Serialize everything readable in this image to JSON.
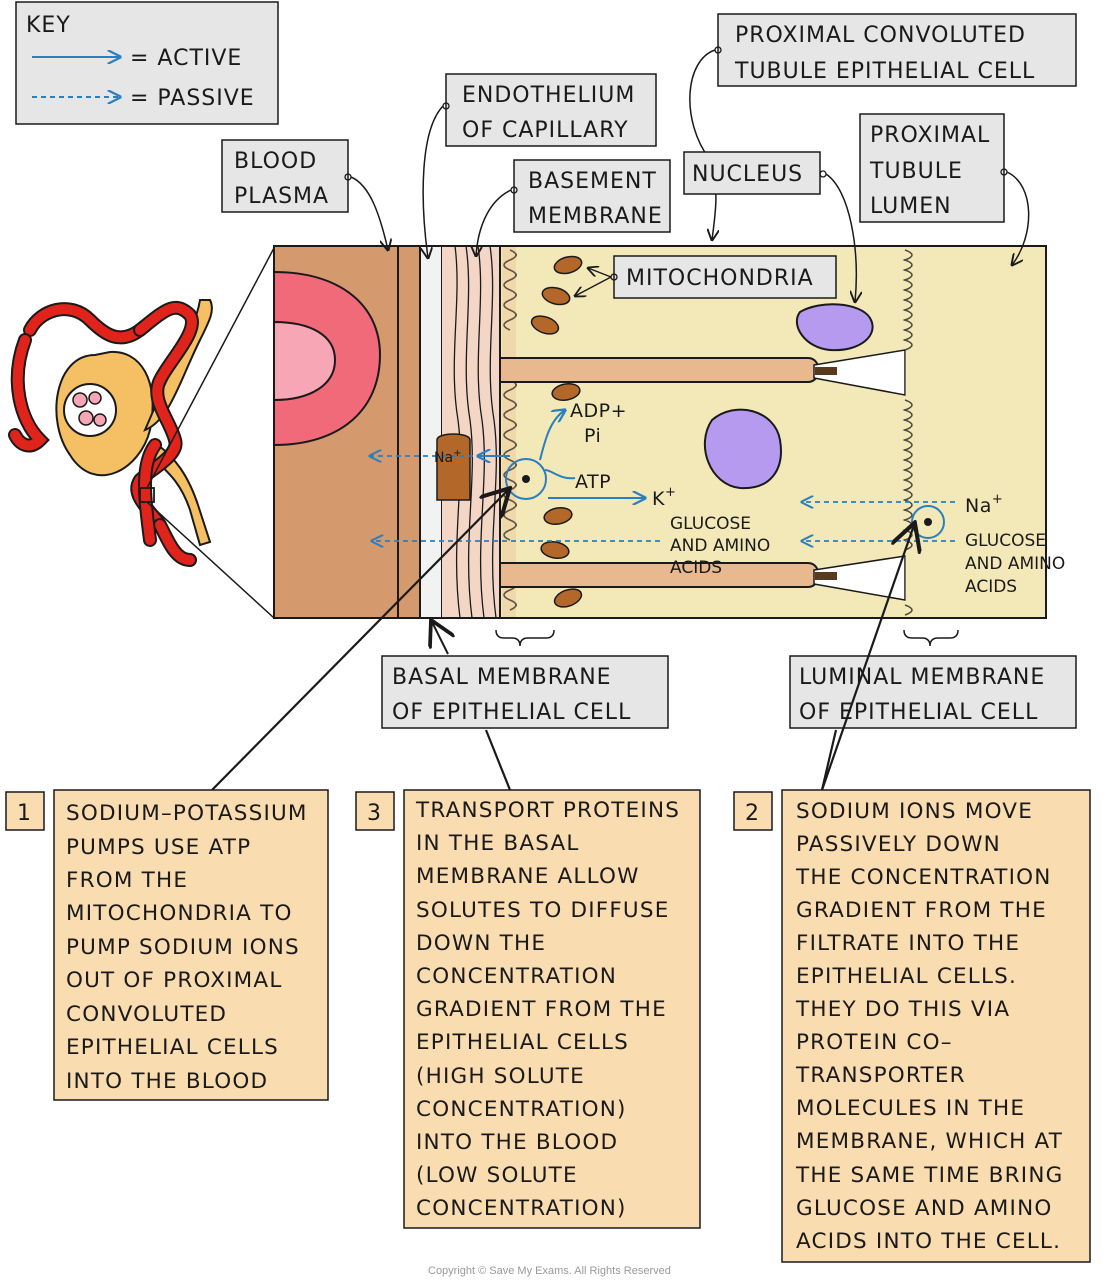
{
  "key": {
    "title": "KEY",
    "active_label": "= ACTIVE",
    "passive_label": "= PASSIVE",
    "active_color": "#2a7fc0",
    "passive_color": "#2a7fc0"
  },
  "labels": {
    "proximal_cell_line1": "PROXIMAL CONVOLUTED",
    "proximal_cell_line2": "TUBULE EPITHELIAL CELL",
    "endothelium_line1": "ENDOTHELIUM",
    "endothelium_line2": "OF CAPILLARY",
    "blood_plasma_line1": "BLOOD",
    "blood_plasma_line2": "PLASMA",
    "basement_line1": "BASEMENT",
    "basement_line2": "MEMBRANE",
    "nucleus": "NUCLEUS",
    "lumen_line1": "PROXIMAL",
    "lumen_line2": "TUBULE",
    "lumen_line3": "LUMEN",
    "mitochondria": "MITOCHONDRIA",
    "basal_line1": "BASAL MEMBRANE",
    "basal_line2": "OF EPITHELIAL CELL",
    "luminal_line1": "LUMINAL MEMBRANE",
    "luminal_line2": "OF EPITHELIAL CELL"
  },
  "inner_labels": {
    "na_basal": "Na",
    "na_sup": "+",
    "adp_line1": "ADP+",
    "adp_line2": "Pi",
    "atp": "ATP",
    "k": "K",
    "k_sup": "+",
    "glucose_mid_line1": "GLUCOSE",
    "glucose_mid_line2": "AND AMINO",
    "glucose_mid_line3": "ACIDS",
    "na_luminal": "Na",
    "na_luminal_sup": "+",
    "glucose_right_line1": "GLUCOSE",
    "glucose_right_line2": "AND AMINO",
    "glucose_right_line3": "ACIDS"
  },
  "steps": [
    {
      "number": "1",
      "lines": [
        "SODIUM–POTASSIUM",
        "PUMPS USE ATP",
        "FROM THE",
        "MITOCHONDRIA TO",
        "PUMP SODIUM IONS",
        "OUT OF PROXIMAL",
        "CONVOLUTED",
        "EPITHELIAL CELLS",
        "INTO THE BLOOD"
      ]
    },
    {
      "number": "3",
      "lines": [
        "TRANSPORT PROTEINS",
        "IN THE BASAL",
        "MEMBRANE ALLOW",
        "SOLUTES TO DIFFUSE",
        "DOWN THE",
        "CONCENTRATION",
        "GRADIENT FROM THE",
        "EPITHELIAL CELLS",
        "(HIGH SOLUTE",
        "CONCENTRATION)",
        "INTO THE BLOOD",
        "(LOW SOLUTE",
        "CONCENTRATION)"
      ]
    },
    {
      "number": "2",
      "lines": [
        "SODIUM IONS MOVE",
        "PASSIVELY DOWN",
        "THE CONCENTRATION",
        "GRADIENT FROM THE",
        "FILTRATE INTO THE",
        "EPITHELIAL CELLS.",
        "THEY DO THIS VIA",
        "PROTEIN CO–",
        "TRANSPORTER",
        "MOLECULES IN THE",
        "MEMBRANE, WHICH AT",
        "THE SAME TIME BRING",
        "GLUCOSE AND AMINO",
        "ACIDS INTO THE CELL."
      ]
    }
  ],
  "copyright": "Copyright © Save My Exams. All Rights Reserved",
  "colors": {
    "blood": "#d49a6e",
    "blood_cell": "#f06a7a",
    "blood_cell_inner": "#f6a6b4",
    "endothelium": "#f2f2f2",
    "basement": "#f4d6c6",
    "cytoplasm": "#f3e9b8",
    "box_fill": "#f9dcb0",
    "label_fill": "#e6e6e6",
    "nucleus": "#b59af0",
    "mito": "#b3682a",
    "vessel_red": "#e0241c",
    "tubule_yellow": "#f5c064"
  }
}
